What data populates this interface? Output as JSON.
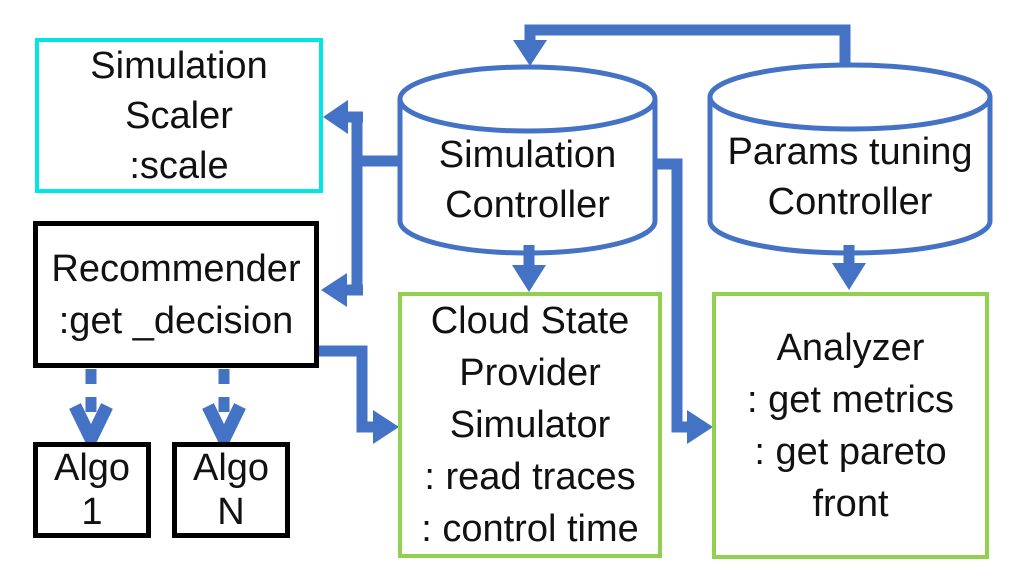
{
  "diagram": {
    "title": "simulation architecture diagram",
    "colors": {
      "arrow_blue": "#4472c4",
      "cyan_border": "#00e6e6",
      "green_border": "#92d050",
      "black_border": "#000000",
      "text": "#111111",
      "background": "#ffffff"
    },
    "nodes": {
      "simulation_scaler": {
        "lines": [
          "Simulation",
          "Scaler",
          ":scale"
        ]
      },
      "recommender": {
        "lines": [
          "Recommender",
          ":get _decision"
        ]
      },
      "algo_1": {
        "lines": [
          "Algo",
          "1"
        ]
      },
      "algo_n": {
        "lines": [
          "Algo",
          "N"
        ]
      },
      "simulation_controller": {
        "lines": [
          "Simulation",
          "Controller"
        ]
      },
      "params_tuning_controller": {
        "lines": [
          "Params tuning",
          "Controller"
        ]
      },
      "cloud_state_provider_simulator": {
        "lines": [
          "Cloud State",
          "Provider",
          "Simulator",
          ": read traces",
          ": control time"
        ]
      },
      "analyzer": {
        "lines": [
          "Analyzer",
          ": get metrics",
          ": get pareto",
          "front"
        ]
      }
    },
    "edges": [
      {
        "from": "params_tuning_controller",
        "to": "simulation_controller",
        "style": "solid"
      },
      {
        "from": "simulation_controller",
        "to": "simulation_scaler",
        "style": "solid"
      },
      {
        "from": "simulation_controller",
        "to": "recommender",
        "style": "solid"
      },
      {
        "from": "simulation_controller",
        "to": "cloud_state_provider_simulator",
        "style": "solid"
      },
      {
        "from": "simulation_controller",
        "to": "analyzer",
        "style": "solid"
      },
      {
        "from": "recommender",
        "to": "cloud_state_provider_simulator",
        "style": "solid"
      },
      {
        "from": "params_tuning_controller",
        "to": "analyzer",
        "style": "solid"
      },
      {
        "from": "recommender",
        "to": "algo_1",
        "style": "dashed"
      },
      {
        "from": "recommender",
        "to": "algo_n",
        "style": "dashed"
      }
    ]
  }
}
